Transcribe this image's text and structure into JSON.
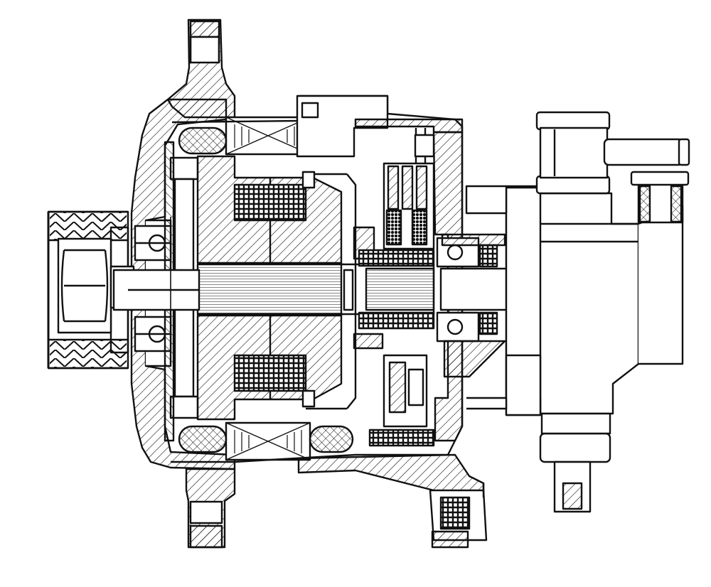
{
  "drawing": {
    "line_color": "#111111",
    "background_color": "#ffffff",
    "hatch_pattern": "diagonal-45",
    "cross_hatch_pattern": "crossed-square",
    "winding_pattern": "horizontal-lines",
    "brush_pattern": "dotted",
    "parts": [
      "pulley",
      "nut",
      "front-housing",
      "front-bearing",
      "rotor-shaft",
      "rotor-claw-poles",
      "field-coil",
      "stator-core",
      "stator-winding",
      "rear-housing",
      "slip-rings",
      "brush-holder",
      "rear-bearing",
      "rectifier",
      "vacuum-pump",
      "pump-outlet-fitting",
      "mounting-lug-top",
      "mounting-lug-bottom",
      "terminal-connector"
    ]
  }
}
